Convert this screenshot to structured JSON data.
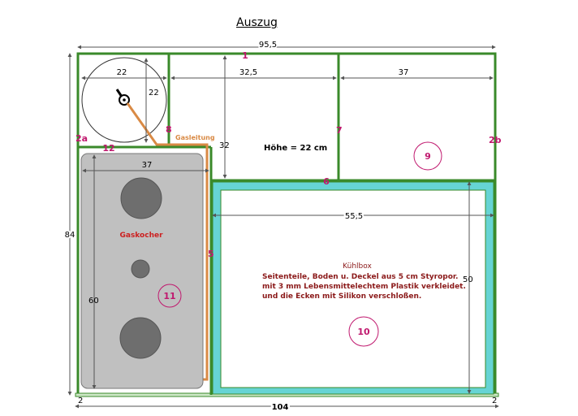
{
  "title": "Auszug",
  "dimensions": {
    "total_width": "95,5",
    "outer_width": "104",
    "height": "84",
    "circle_width": "22",
    "circle_height": "22",
    "middle_width": "32,5",
    "right_width": "37",
    "compartment_depth": "32",
    "stove_width": "37",
    "stove_height": "60",
    "fridge_width": "55,5",
    "fridge_height": "50",
    "corner_left": "2",
    "corner_right": "2"
  },
  "part_numbers": {
    "top": "1",
    "left_side": "2a",
    "right_side": "2b",
    "divider_a": "8",
    "divider_b": "7",
    "shelf": "6",
    "stove_wall": "5",
    "stove_shelf": "12",
    "right_box": "9",
    "stove_marker": "11",
    "fridge_marker": "10"
  },
  "labels": {
    "gas_line": "Gasleitung",
    "height": "Höhe = 22 cm",
    "gas_stove": "Gaskocher",
    "fridge_title": "Kühlbox",
    "fridge_line1": "Seitenteile, Boden u. Deckel aus 5 cm Styropor.",
    "fridge_line2": "mit 3 mm Lebensmittelechtem Plastik verkleidet.",
    "fridge_line3": "und die Ecken mit Silikon verschloßen."
  },
  "colors": {
    "frame": "#3a8a2a",
    "fridge": "#66d4d4",
    "stove": "#c0c0c0",
    "gas_line": "#d98a45",
    "markers": "#c0186e",
    "dim_line": "#7a7a7a"
  }
}
